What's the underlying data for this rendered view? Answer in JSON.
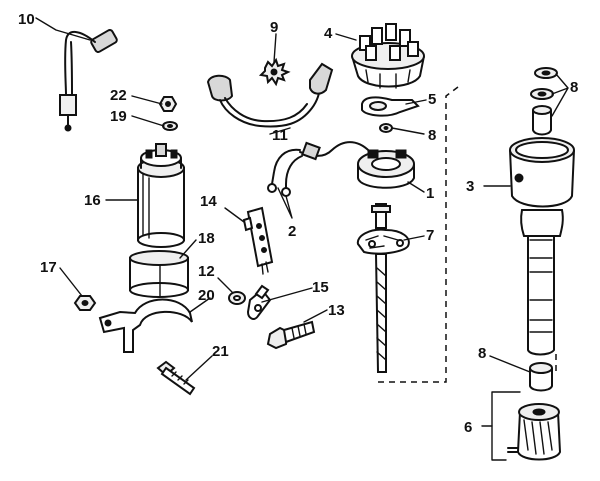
{
  "callouts": {
    "c1": "1",
    "c2": "2",
    "c3": "3",
    "c4": "4",
    "c5": "5",
    "c6": "6",
    "c7": "7",
    "c8a": "8",
    "c8b": "8",
    "c8c": "8",
    "c9": "9",
    "c10": "10",
    "c11": "11",
    "c12": "12",
    "c13": "13",
    "c14": "14",
    "c15": "15",
    "c16": "16",
    "c17": "17",
    "c18": "18",
    "c19": "19",
    "c20": "20",
    "c21": "21",
    "c22": "22"
  }
}
